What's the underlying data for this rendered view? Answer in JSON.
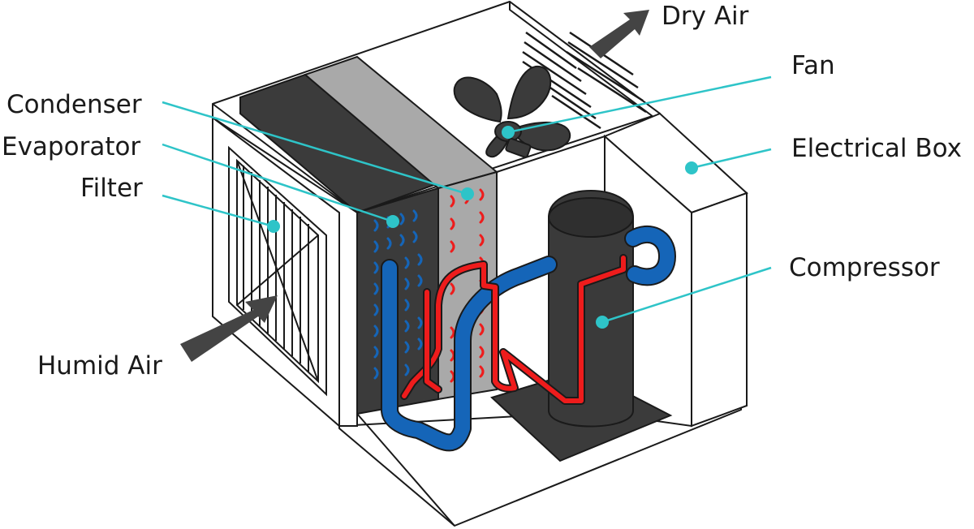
{
  "colors": {
    "leader": "#2ec4c8",
    "outline": "#1a1a1a",
    "dark_panel": "#3b3b3b",
    "condenser_panel": "#a9a9a9",
    "cold_line": "#1565b8",
    "hot_line": "#ee1c1c",
    "compressor": "#3a3a3a",
    "arrow": "#444444"
  },
  "icons": {
    "fan": "fan-icon",
    "compressor": "compressor-icon",
    "filter": "filter-grille-icon",
    "arrow": "airflow-arrow-icon"
  },
  "labels": {
    "dry_air": "Dry Air",
    "fan": "Fan",
    "condenser": "Condenser",
    "evaporator": "Evaporator",
    "filter": "Filter",
    "electrical_box": "Electrical Box",
    "compressor": "Compressor",
    "humid_air": "Humid Air"
  }
}
